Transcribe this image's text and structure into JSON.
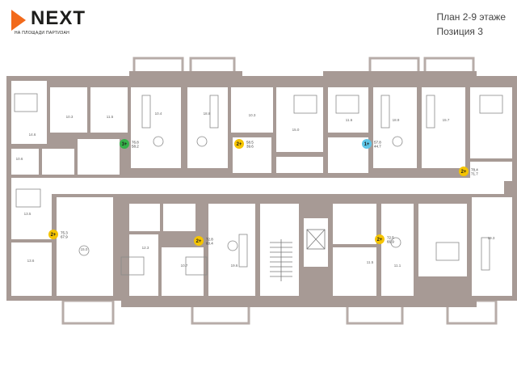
{
  "brand": {
    "name": "NEXT",
    "tagline": "НА ПЛОЩАДИ ПАРТИЗАН"
  },
  "header": {
    "title": "План 2-9 этаже",
    "position": "Позиция 3"
  },
  "colors": {
    "wall": "#a79a95",
    "floor": "#ffffff",
    "badge_two": "#f5c400",
    "badge_one": "#5ec6e8",
    "badge_three": "#35b24a",
    "logo": "#f26a1b"
  },
  "apartments": [
    {
      "rooms": "3+",
      "area": "76.8",
      "sub": "58.2"
    },
    {
      "rooms": "2+",
      "area": "58.5",
      "sub": "39.6"
    },
    {
      "rooms": "1+",
      "area": "57.8",
      "sub": "44.7"
    },
    {
      "rooms": "2+",
      "area": "78.4",
      "sub": "71.7"
    },
    {
      "rooms": "2+",
      "area": "75.3",
      "sub": "67.9"
    },
    {
      "rooms": "2+",
      "area": "72.8",
      "sub": "60.4"
    },
    {
      "rooms": "2+",
      "area": "72.5",
      "sub": "66.9"
    }
  ],
  "rooms": [
    "14.6",
    "10.3",
    "11.5",
    "10.4",
    "18.8",
    "10.3",
    "15.0",
    "11.6",
    "18.9",
    "15.7",
    "13.5",
    "13.6",
    "15.0",
    "12.3",
    "10.7",
    "19.6",
    "11.5",
    "11.1",
    "19.3",
    "10.6"
  ]
}
